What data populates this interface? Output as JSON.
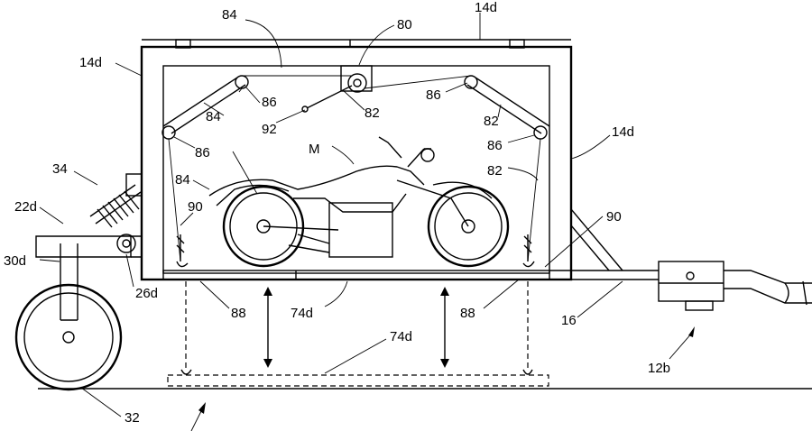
{
  "labels": {
    "l84_top": "84",
    "l80": "80",
    "l14d_top": "14d",
    "l14d_left": "14d",
    "l86_a": "86",
    "l86_b": "86",
    "l84_mid": "84",
    "l82_a": "82",
    "l82_b": "82",
    "l92": "92",
    "l86_c": "86",
    "l86_d": "86",
    "l14d_right": "14d",
    "lM": "M",
    "l82_c": "82",
    "l34": "34",
    "l84_low": "84",
    "l22d": "22d",
    "l90_left": "90",
    "l90_right": "90",
    "l30d": "30d",
    "l26d": "26d",
    "l88_left": "88",
    "l74d": "74d",
    "l88_right": "88",
    "l16": "16",
    "l74d_low": "74d",
    "l12b": "12b",
    "l32": "32"
  }
}
